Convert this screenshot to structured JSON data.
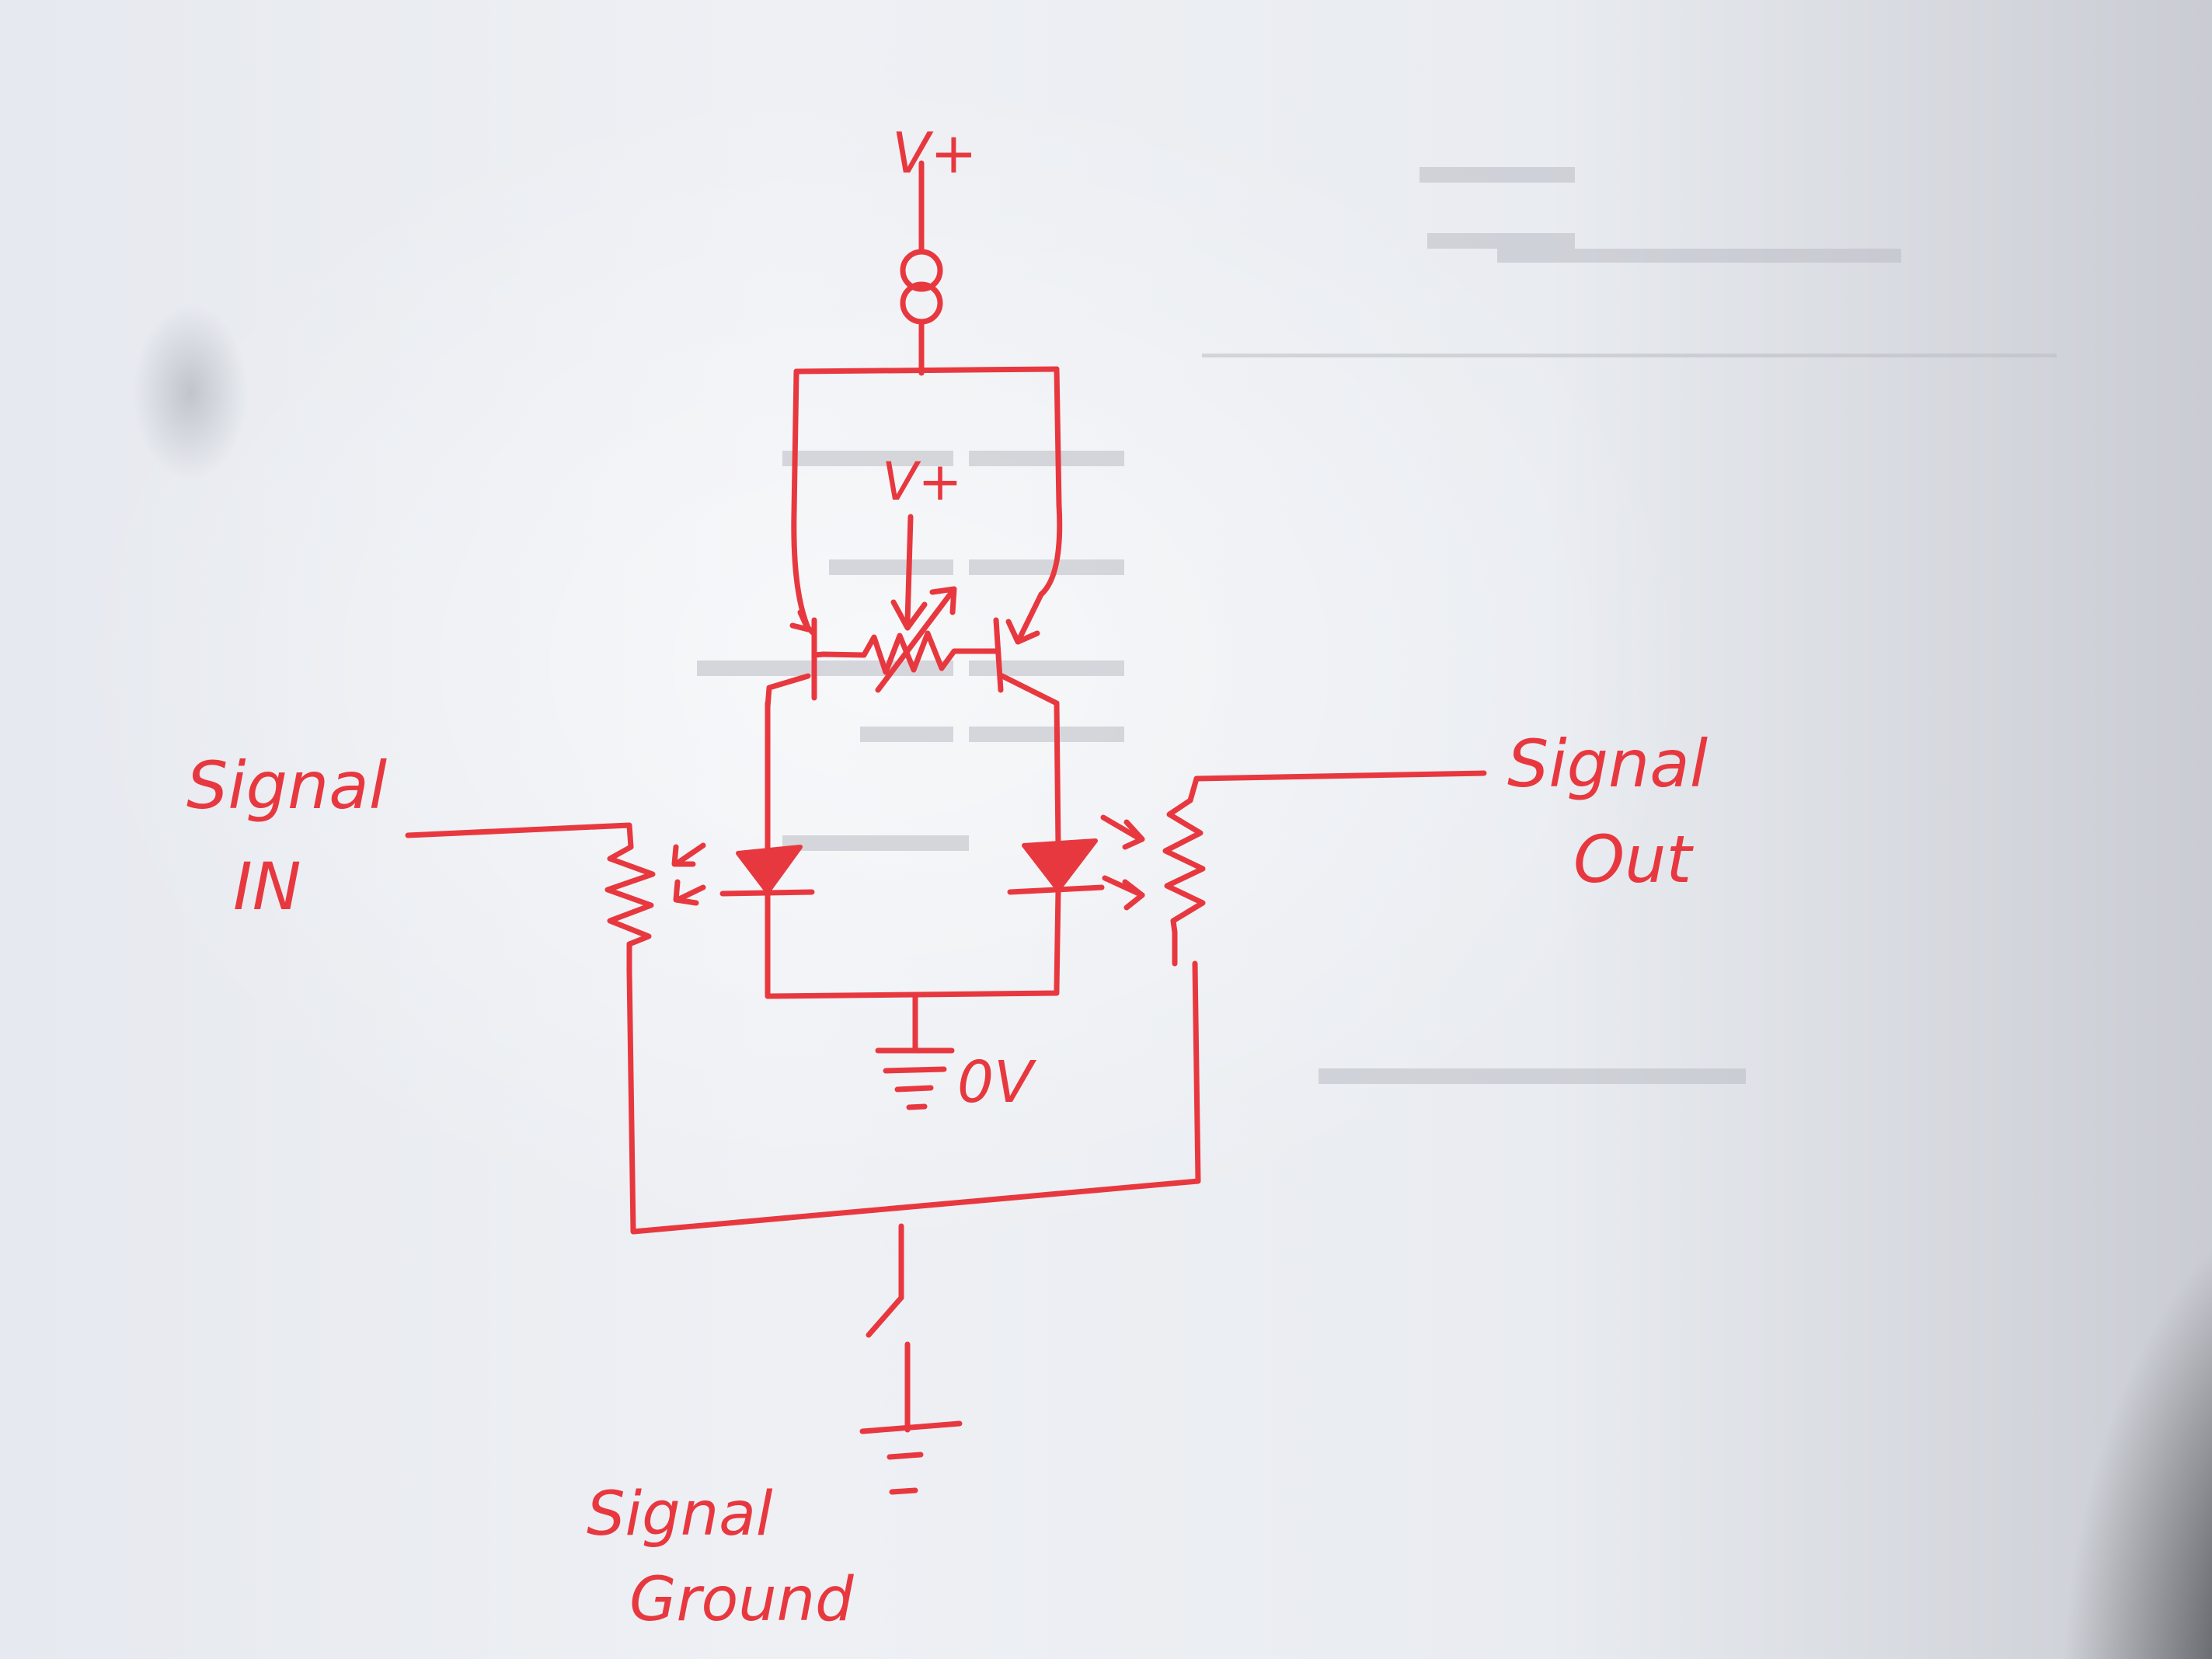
{
  "diagram": {
    "ink_color": "#e8383f",
    "labels": {
      "supply_top": "V+",
      "supply_pot": "V+",
      "signal_in_line1": "Signal",
      "signal_in_line2": "IN",
      "signal_out_line1": "Signal",
      "signal_out_line2": "Out",
      "ground_0v": "0V",
      "signal_ground_line1": "Signal",
      "signal_ground_line2": "Ground"
    }
  }
}
